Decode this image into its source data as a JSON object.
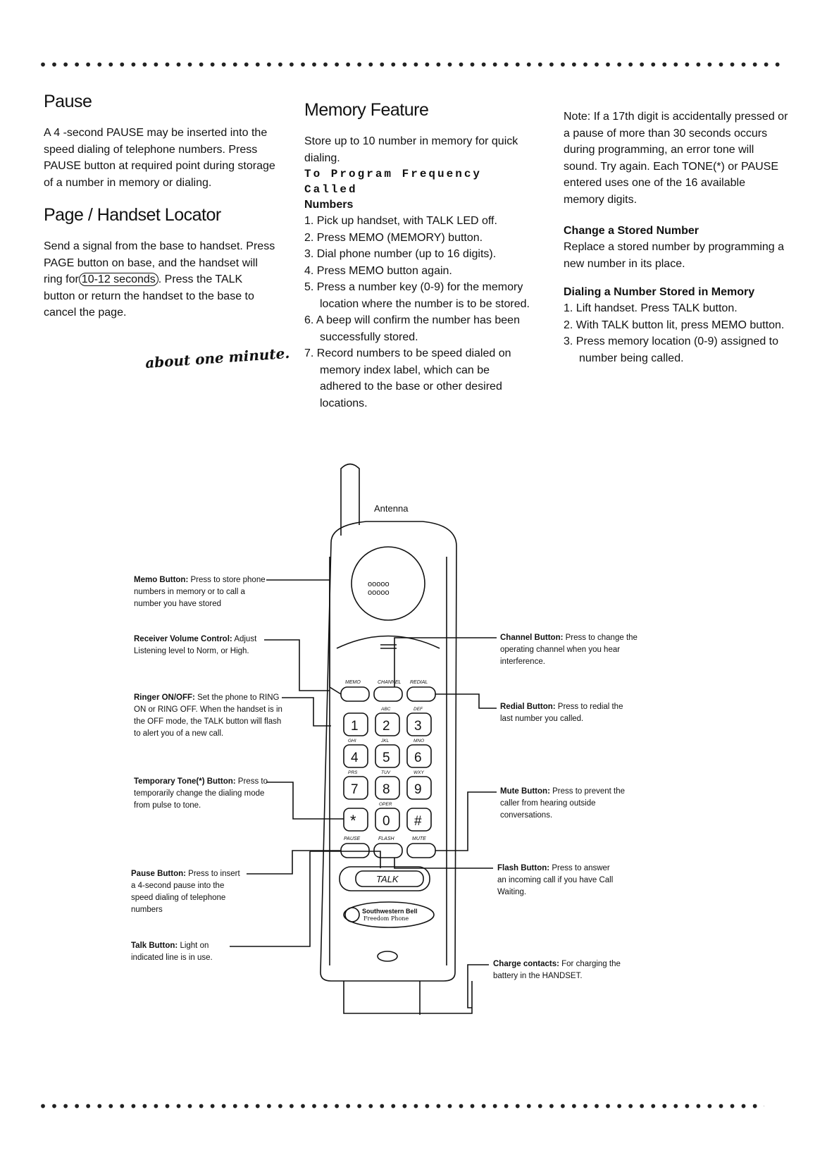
{
  "pause": {
    "heading": "Pause",
    "body": "A 4 -second PAUSE may be inserted into the speed dialing of telephone numbers. Press PAUSE button at required point during storage of a number in memory or dialing."
  },
  "page_locator": {
    "heading": "Page / Handset Locator",
    "text_before": "Send a signal from the base to handset. Press PAGE button on base, and the handset will ring for",
    "circled": "10-12 seconds",
    "text_after": ". Press the TALK button or return the handset to the base to cancel the page.",
    "handwritten_note": "about one minute."
  },
  "memory": {
    "heading": "Memory Feature",
    "intro": "Store up to 10 number in memory for quick dialing.",
    "program_title_line1": "To Program Frequency Called",
    "program_title_line2": "Numbers",
    "steps": [
      "1. Pick up handset, with TALK LED off.",
      "2. Press MEMO (MEMORY) button.",
      "3. Dial phone number (up to 16 digits).",
      "4. Press MEMO button again.",
      "5. Press a number key (0-9) for the memory location where the number is to be stored.",
      "6. A beep will confirm the number has been successfully stored.",
      "7. Record numbers to be speed dialed on memory index label, which can be adhered to the base or other desired locations."
    ]
  },
  "note": {
    "body": "Note: If a 17th digit is accidentally pressed or a pause of more than 30 seconds occurs during programming, an error tone will sound. Try again. Each TONE(*) or PAUSE entered uses one of the 16 available memory digits.",
    "change_title": "Change a Stored Number",
    "change_body": "Replace a stored number by programming a new number in its place.",
    "dial_title": "Dialing a Number Stored in Memory",
    "dial_steps": [
      "1. Lift handset. Press TALK button.",
      "2. With TALK button lit, press MEMO button.",
      "3. Press memory location (0-9) assigned to number being called."
    ]
  },
  "diagram": {
    "antenna": "Antenna",
    "keys": [
      "1",
      "2",
      "3",
      "4",
      "5",
      "6",
      "7",
      "8",
      "9",
      "*",
      "0",
      "#"
    ],
    "key_letters": [
      "ABC",
      "DEF",
      "GHI",
      "JKL",
      "MNO",
      "PRS",
      "TUV",
      "WXY",
      "OPER"
    ],
    "top_keys": [
      "MEMO",
      "CHANNEL",
      "REDIAL"
    ],
    "bottom_keys": [
      "PAUSE",
      "FLASH",
      "MUTE"
    ],
    "talk": "TALK",
    "brand_line1": "Southwestern Bell",
    "brand_line2": "Freedom Phone",
    "callouts": {
      "memo_title": "Memo Button:",
      "memo_text": "Press to store phone numbers in memory or to call a number you have stored",
      "volume_title": "Receiver Volume Control:",
      "volume_text": "Adjust Listening level to Norm, or High.",
      "ringer_title": "Ringer ON/OFF:",
      "ringer_text": "Set the phone to RING ON or RING OFF. When the handset is in the OFF mode, the TALK button will flash to alert you of a new call.",
      "tone_title": "Temporary Tone(*) Button:",
      "tone_text": "Press to temporarily change the dialing mode from pulse to tone.",
      "pause_title": "Pause Button:",
      "pause_text": "Press to insert a 4-second pause into the speed dialing of telephone numbers",
      "talk_title": "Talk Button:",
      "talk_text": "Light on indicated line is in use.",
      "channel_title": "Channel Button:",
      "channel_text": "Press to change the operating channel when you hear interference.",
      "redial_title": "Redial Button:",
      "redial_text": "Press to redial the last number you called.",
      "mute_title": "Mute Button:",
      "mute_text": "Press to prevent the caller from hearing outside conversations.",
      "flash_title": "Flash Button:",
      "flash_text": "Press to answer an incoming call if you have Call Waiting.",
      "charge_title": "Charge contacts:",
      "charge_text": "For charging the battery in the HANDSET."
    }
  }
}
